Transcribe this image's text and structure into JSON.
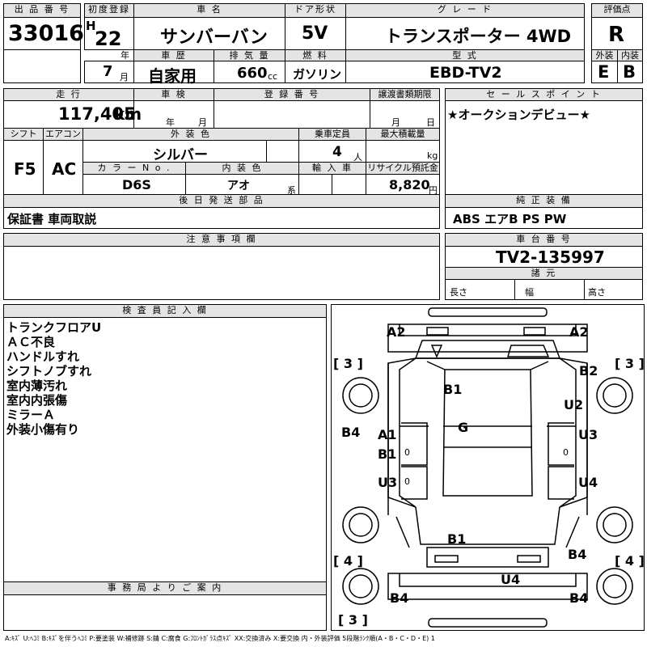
{
  "header": {
    "lot_label": "出 品 番 号",
    "lot": "33016",
    "first_reg_label": "初度登録",
    "era": "H",
    "year": "22",
    "year_unit": "年",
    "month": "7",
    "month_unit": "月",
    "car_name_label": "車 名",
    "car_name": "サンバーバン",
    "door_label": "ドア形状",
    "door": "5V",
    "grade_label": "グ レ ー ド",
    "grade": "トランスポーター 4WD",
    "score_label": "評価点",
    "score": "R",
    "history_label": "車 歴",
    "history": "自家用",
    "displacement_label": "排 気 量",
    "displacement": "660",
    "displacement_unit": "cc",
    "fuel_label": "燃 料",
    "fuel": "ガソリン",
    "model_label": "型 式",
    "model": "EBD-TV2",
    "exterior_label": "外装",
    "exterior": "E",
    "interior_label": "内装",
    "interior": "B"
  },
  "row2": {
    "mileage_label": "走 行",
    "mileage": "117,405",
    "mileage_unit": "km",
    "inspection_label": "車 検",
    "insp_year_unit": "年",
    "insp_month_unit": "月",
    "reg_no_label": "登 録 番 号",
    "transfer_label": "譲渡書類期限",
    "transfer_month_unit": "月",
    "transfer_day_unit": "日",
    "sales_point_label": "セ ー ル ス ポ イ ン ト",
    "sales_point": "★オークションデビュー★",
    "shift_label": "シフト",
    "shift": "F5",
    "ac_label": "エアコン",
    "ac": "AC",
    "color_label": "外 装 色",
    "color": "シルバー",
    "capacity_label": "乗車定員",
    "capacity": "4",
    "capacity_unit": "人",
    "load_label": "最大積載量",
    "load_unit": "kg",
    "color_no_label": "カ ラ ー N o .",
    "color_no": "D6S",
    "int_color_label": "内 装 色",
    "int_color": "アオ",
    "int_color_unit": "系",
    "import_label": "輸 入 車",
    "recycle_label": "リサイクル預託金",
    "recycle": "8,820",
    "recycle_unit": "円",
    "later_items_label": "後 日 発 送 部 品",
    "later_items": "保証書 車両取説",
    "genuine_label": "純 正 装 備",
    "genuine": "ABS エアB PS PW"
  },
  "notes_section": {
    "caution_label": "注 意 事 項 欄",
    "chassis_label": "車 台 番 号",
    "chassis": "TV2-135997",
    "specs_label": "諸 元",
    "length_label": "長さ",
    "width_label": "幅",
    "height_label": "高さ"
  },
  "inspector": {
    "label": "検 査 員 記 入 欄",
    "items": [
      "トランクフロアU",
      "ＡＣ不良",
      "ハンドルすれ",
      "シフトノブすれ",
      "室内薄汚れ",
      "室内内張傷",
      "ミラーＡ",
      "外装小傷有り"
    ]
  },
  "office_label": "事 務 局 よ り ご 案 内",
  "diagram": {
    "marks": [
      "A2",
      "A2",
      "[ 3 ]",
      "[ 3 ]",
      "B2",
      "B1",
      "U2",
      "B4",
      "A1",
      "G",
      "U3",
      "B1",
      "U3",
      "U4",
      "B1",
      "[ 4 ]",
      "[ 4 ]",
      "B4",
      "U4",
      "B4",
      "B4",
      "[ 3 ]"
    ],
    "zeros": [
      "0",
      "0",
      "0"
    ]
  },
  "legend": "A:ｷｽﾞ U:ﾍｺﾐ B:ｷｽﾞを伴うﾍｺﾐ P:要塗装 W:補修跡 S:錆 C:腐食 G:ﾌﾛﾝﾄｶﾞﾗｽ点ｷｽﾞ XX:交換済み X:要交換 内・外装評価 5段階ﾗﾝｸ順(A・B・C・D・E) 1"
}
